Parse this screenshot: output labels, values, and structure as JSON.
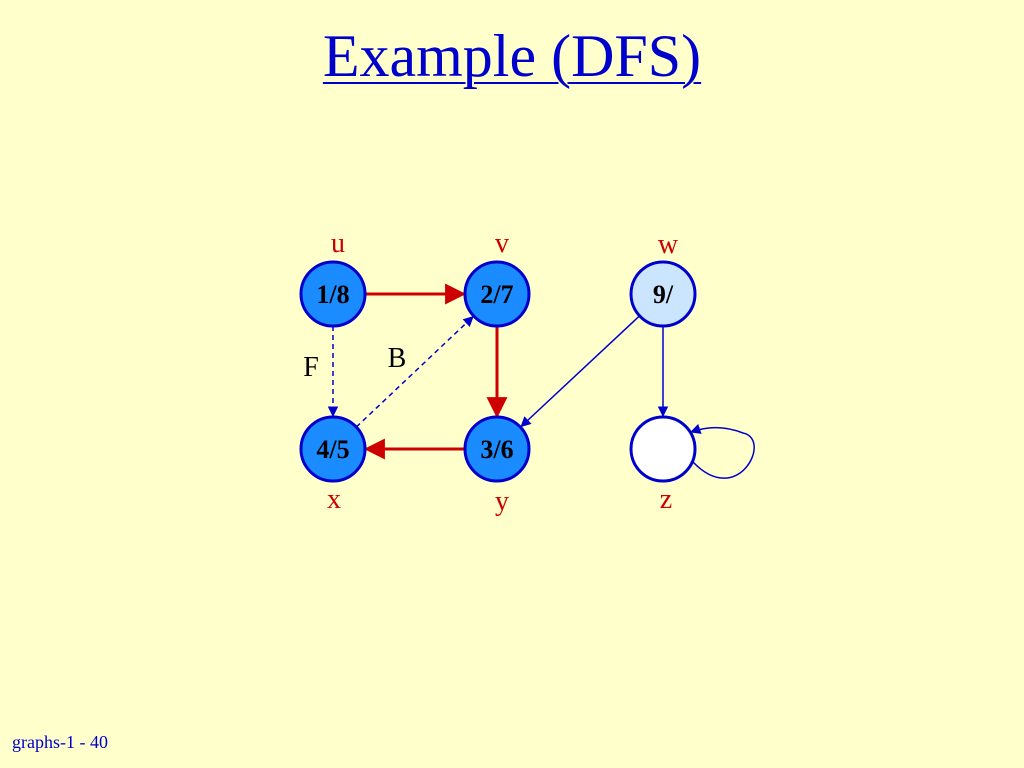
{
  "slide": {
    "title": "Example (DFS)",
    "footer": "graphs-1 - 40"
  },
  "graph": {
    "vertices": [
      {
        "id": "u",
        "label": "u",
        "time": "1/8",
        "state": "finished"
      },
      {
        "id": "v",
        "label": "v",
        "time": "2/7",
        "state": "finished"
      },
      {
        "id": "w",
        "label": "w",
        "time": "9/",
        "state": "discovered"
      },
      {
        "id": "x",
        "label": "x",
        "time": "4/5",
        "state": "finished"
      },
      {
        "id": "y",
        "label": "y",
        "time": "3/6",
        "state": "finished"
      },
      {
        "id": "z",
        "label": "z",
        "time": "",
        "state": "undiscovered"
      }
    ],
    "edges": [
      {
        "from": "u",
        "to": "v",
        "kind": "tree",
        "label": ""
      },
      {
        "from": "v",
        "to": "y",
        "kind": "tree",
        "label": ""
      },
      {
        "from": "y",
        "to": "x",
        "kind": "tree",
        "label": ""
      },
      {
        "from": "u",
        "to": "x",
        "kind": "forward",
        "label": "F"
      },
      {
        "from": "x",
        "to": "v",
        "kind": "back",
        "label": "B"
      },
      {
        "from": "w",
        "to": "y",
        "kind": "unexplored",
        "label": ""
      },
      {
        "from": "w",
        "to": "z",
        "kind": "unexplored",
        "label": ""
      },
      {
        "from": "z",
        "to": "z",
        "kind": "unexplored",
        "label": ""
      }
    ]
  },
  "colors": {
    "background": "#FFFFCC",
    "title": "#0000CC",
    "vertex_name": "#CC0000",
    "finished_fill": "#1A8CFF",
    "discovered_fill": "#CCE5FF",
    "undiscovered_fill": "#FFFFFF",
    "vertex_stroke": "#0000CC",
    "tree_edge": "#CC0000",
    "other_edge": "#0000CC"
  }
}
